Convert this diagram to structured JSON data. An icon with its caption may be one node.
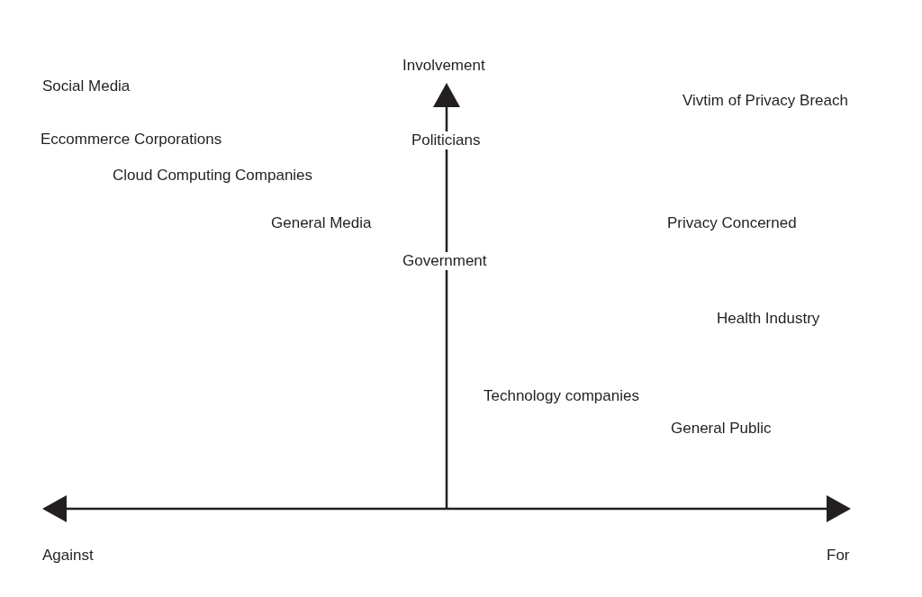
{
  "diagram": {
    "labels": [
      "Involvement",
      "Social Media",
      "Vivtim of Privacy Breach",
      "Eccommerce Corporations",
      "Politicians",
      "Cloud Computing Companies",
      "General Media",
      "Privacy Concerned",
      "Government",
      "Health Industry",
      "Technology companies",
      "General Public",
      "Against",
      "For"
    ]
  }
}
